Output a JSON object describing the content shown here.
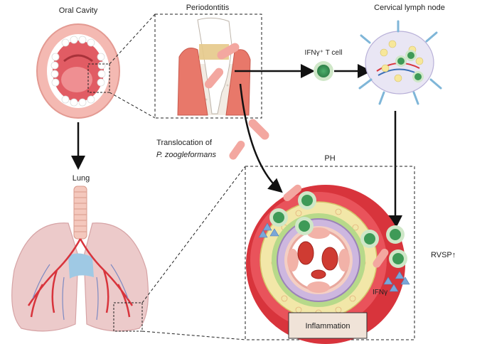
{
  "labels": {
    "oral_cavity": "Oral Cavity",
    "periodontitis": "Periodontitis",
    "cervical_lymph_node": "Cervical lymph node",
    "ifn_t_cell": "IFNγ⁺ T cell",
    "translocation_line1": "Translocation of",
    "translocation_line2": "P. zoogleformans",
    "lung": "Lung",
    "ph": "PH",
    "rvsp": "RVSP↑",
    "ifng": "IFNγ",
    "inflammation": "Inflammation"
  },
  "colors": {
    "gum": "#e8786a",
    "vessel_outer": "#d8343c",
    "vessel_mid": "#f2c6b8",
    "adventitia": "#efe19a",
    "media": "#d9c6e6",
    "rbc": "#cf3b32",
    "tcell_outer": "#cfe7c8",
    "tcell_inner": "#3e9a57",
    "ifn_triangle": "#7aa6d8",
    "bacteria": "#f3a7a0",
    "inflammation_box": "#f0e3d8"
  }
}
